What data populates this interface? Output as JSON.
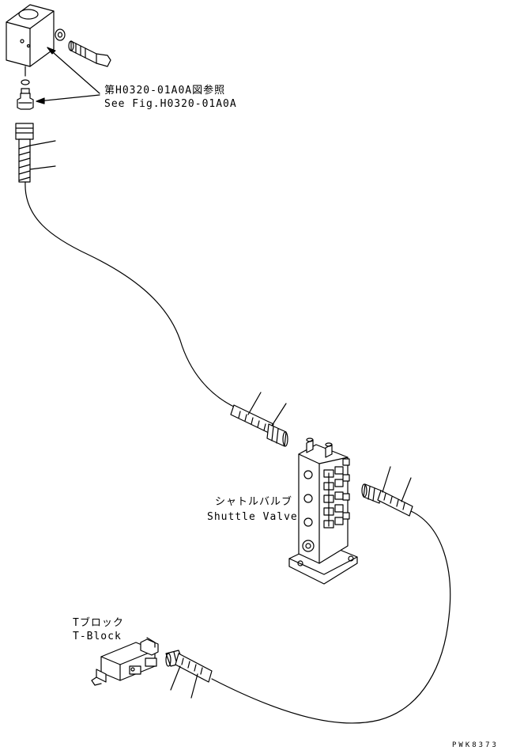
{
  "labels": {
    "ref_jp": "第H0320-01A0A図参照",
    "ref_en": "See Fig.H0320-01A0A",
    "shuttle_jp": "シャトルバルブ",
    "shuttle_en": "Shuttle Valve",
    "tblock_jp": "Tブロック",
    "tblock_en": "T-Block",
    "drawing_code": "PWK8373"
  }
}
